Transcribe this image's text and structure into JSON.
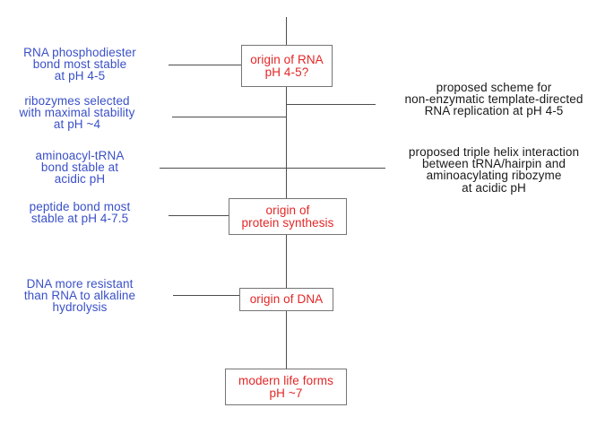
{
  "diagram": {
    "title": "pH-dependent origin-of-life flowchart",
    "boxes": [
      {
        "id": "origin-rna",
        "lines": [
          "origin of RNA",
          "pH 4-5?"
        ]
      },
      {
        "id": "origin-protein",
        "lines": [
          "origin of",
          "protein synthesis"
        ]
      },
      {
        "id": "origin-dna",
        "lines": [
          "origin of DNA"
        ]
      },
      {
        "id": "modern-life-forms",
        "lines": [
          "modern life forms",
          "pH ~7"
        ]
      }
    ],
    "left_annotations": [
      {
        "lines": [
          "RNA phosphodiester",
          "bond most stable",
          "at pH 4-5"
        ]
      },
      {
        "lines": [
          "ribozymes selected",
          "with maximal stability",
          "at pH ~4"
        ]
      },
      {
        "lines": [
          "aminoacyl-tRNA",
          "bond stable at",
          "acidic pH"
        ]
      },
      {
        "lines": [
          "peptide bond most",
          "stable at pH 4-7.5"
        ]
      },
      {
        "lines": [
          "DNA more resistant",
          "than RNA to alkaline",
          "hydrolysis"
        ]
      }
    ],
    "right_annotations": [
      {
        "lines": [
          "proposed scheme for",
          "non-enzymatic template-directed",
          "RNA replication at pH 4-5"
        ]
      },
      {
        "lines": [
          "proposed triple helix interaction",
          "between tRNA/hairpin and",
          "aminoacylating ribozyme",
          "at acidic pH"
        ]
      }
    ],
    "colors": {
      "box_text": "#e32726",
      "box_border": "#757575",
      "left_annotation_text": "#3a50c8",
      "right_annotation_text": "#1a1a1a",
      "connector_line": "#4d4d4d",
      "background": "#ffffff"
    }
  }
}
